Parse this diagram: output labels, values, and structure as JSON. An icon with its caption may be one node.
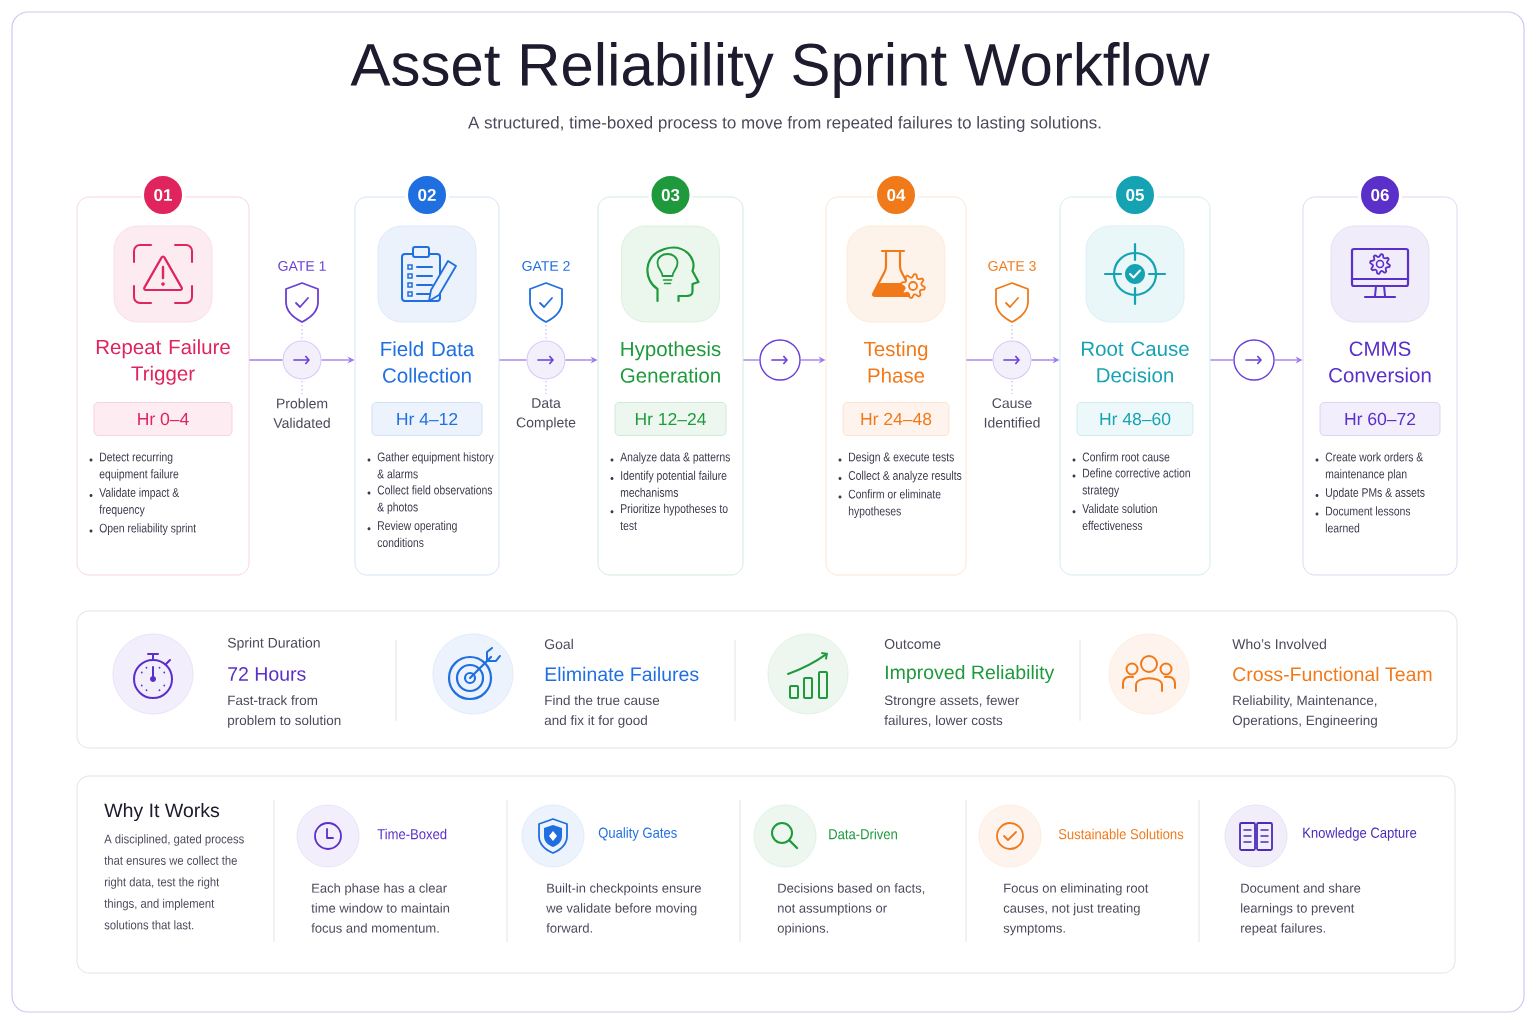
{
  "diagram": {
    "title": "Asset Reliability Sprint Workflow",
    "nodes": [
      {
        "text": [
          "01"
        ]
      },
      {
        "text": [
          "Repeat Failure Trigger",
          "Detect recurring equipment failure",
          "Validate impact & frequency",
          "Open reliability sprint"
        ]
      },
      {
        "text": [
          "Hr 0–4"
        ],
        "in": 1
      },
      {
        "text": [],
        "shape": "circle",
        "beside": [
          "Problem Validated"
        ]
      },
      {
        "text": [
          "02"
        ]
      },
      {
        "text": [
          "Field Data Collection",
          "Gather equipment history & alarms",
          "Collect field observations & photos",
          "Review operating conditions"
        ]
      },
      {
        "text": [
          "Hr 4–12"
        ],
        "in": 5
      },
      {
        "text": [],
        "shape": "circle",
        "beside": [
          "Data Complete"
        ]
      },
      {
        "text": [
          "03"
        ]
      },
      {
        "text": [
          "Hypothesis Generation",
          "Analyze data & patterns",
          "Identify potential failure mechanisms",
          "Prioritize hypotheses to test"
        ]
      },
      {
        "text": [
          "Hr 12–24"
        ],
        "in": 9
      },
      {
        "text": [],
        "shape": "circle"
      },
      {
        "text": [
          "04"
        ]
      },
      {
        "text": [
          "Testing Phase",
          "Design & execute tests",
          "Collect & analyze results",
          "Confirm or eliminate hypotheses"
        ]
      },
      {
        "text": [
          "Hr 24–48"
        ],
        "in": 13
      },
      {
        "text": [],
        "shape": "circle",
        "beside": [
          "Cause Identified"
        ]
      },
      {
        "text": [
          "05"
        ]
      },
      {
        "text": [
          "Root Cause Decision",
          "Confirm root cause",
          "Define corrective action strategy",
          "Validate solution effectiveness"
        ]
      },
      {
        "text": [
          "Hr 48–60"
        ],
        "in": 17
      },
      {
        "text": [],
        "shape": "circle"
      },
      {
        "text": [
          "06"
        ]
      },
      {
        "text": [
          "CMMS Conversion",
          "Create work orders & maintenance plan",
          "Update PMs & assets",
          "Document lessons learned"
        ]
      },
      {
        "text": [
          "Hr 60–72"
        ],
        "in": 21
      },
      {
        "text": [
          "Sprint Duration",
          "72 Hours",
          "Fast-track from problem to solution",
          "Goal",
          "Eliminate Failures",
          "Find the true cause and fix it for good",
          "Outcome",
          "Improved Reliability",
          "Strongre assets, fewer failures, lower costs",
          "Who’s Involved",
          "Cross-Functional Team",
          "Reliability, Maintenance, Operations, Engineering"
        ]
      },
      {
        "text": [
          "Why It Works",
          "A disciplined, gated process that ensures we collect the right data, test the right things, and implement solutions that last.",
          "Time-Boxed",
          "Each phase has a clear time window to maintain focus and momentum.",
          "Quality Gates",
          "Built-in checkpoints ensure we validate before moving forward.",
          "Data-Driven",
          "Decisions based on facts, not assumptions or opinions.",
          "Sustainable Solutions",
          "Focus on eliminating root causes, not just treating symptoms.",
          "Knowledge Capture",
          "Document and share learnings to prevent repeat failures."
        ]
      }
    ],
    "edges": [
      {
        "from": 1,
        "to": 3,
        "arrow": "none"
      },
      {
        "from": 3,
        "to": 5,
        "arrow": "to"
      },
      {
        "from": 5,
        "to": 7,
        "arrow": "none"
      },
      {
        "from": 7,
        "to": 9,
        "arrow": "to"
      },
      {
        "from": 9,
        "to": 11,
        "arrow": "none"
      },
      {
        "from": 11,
        "to": 13,
        "arrow": "to"
      },
      {
        "from": 13,
        "to": 15,
        "arrow": "none"
      },
      {
        "from": 15,
        "to": 17,
        "arrow": "to"
      },
      {
        "from": 17,
        "to": 19,
        "arrow": "none"
      },
      {
        "from": 19,
        "to": 21,
        "arrow": "to"
      }
    ],
    "labels": [
      "A structured, time-boxed process to move from repeated failures to lasting solutions.",
      "GATE 1",
      "GATE 2",
      "GATE 3"
    ]
  }
}
